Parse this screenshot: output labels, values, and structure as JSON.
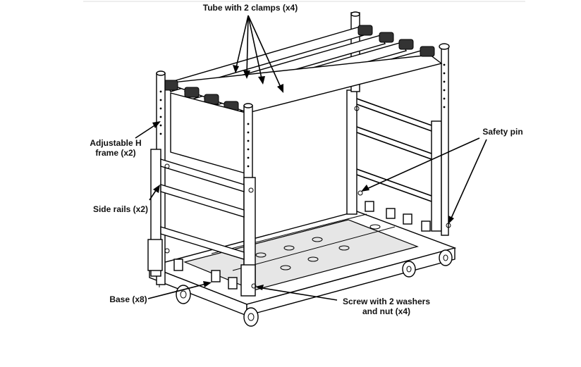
{
  "labels": {
    "tube": "Tube with 2 clamps (x4)",
    "h_frame_line1": "Adjustable H",
    "h_frame_line2": "frame (x2)",
    "side_rails": "Side rails (x2)",
    "base": "Base (x8)",
    "safety_pin": "Safety pin",
    "screw_line1": "Screw with 2 washers",
    "screw_line2": "and nut (x4)"
  }
}
